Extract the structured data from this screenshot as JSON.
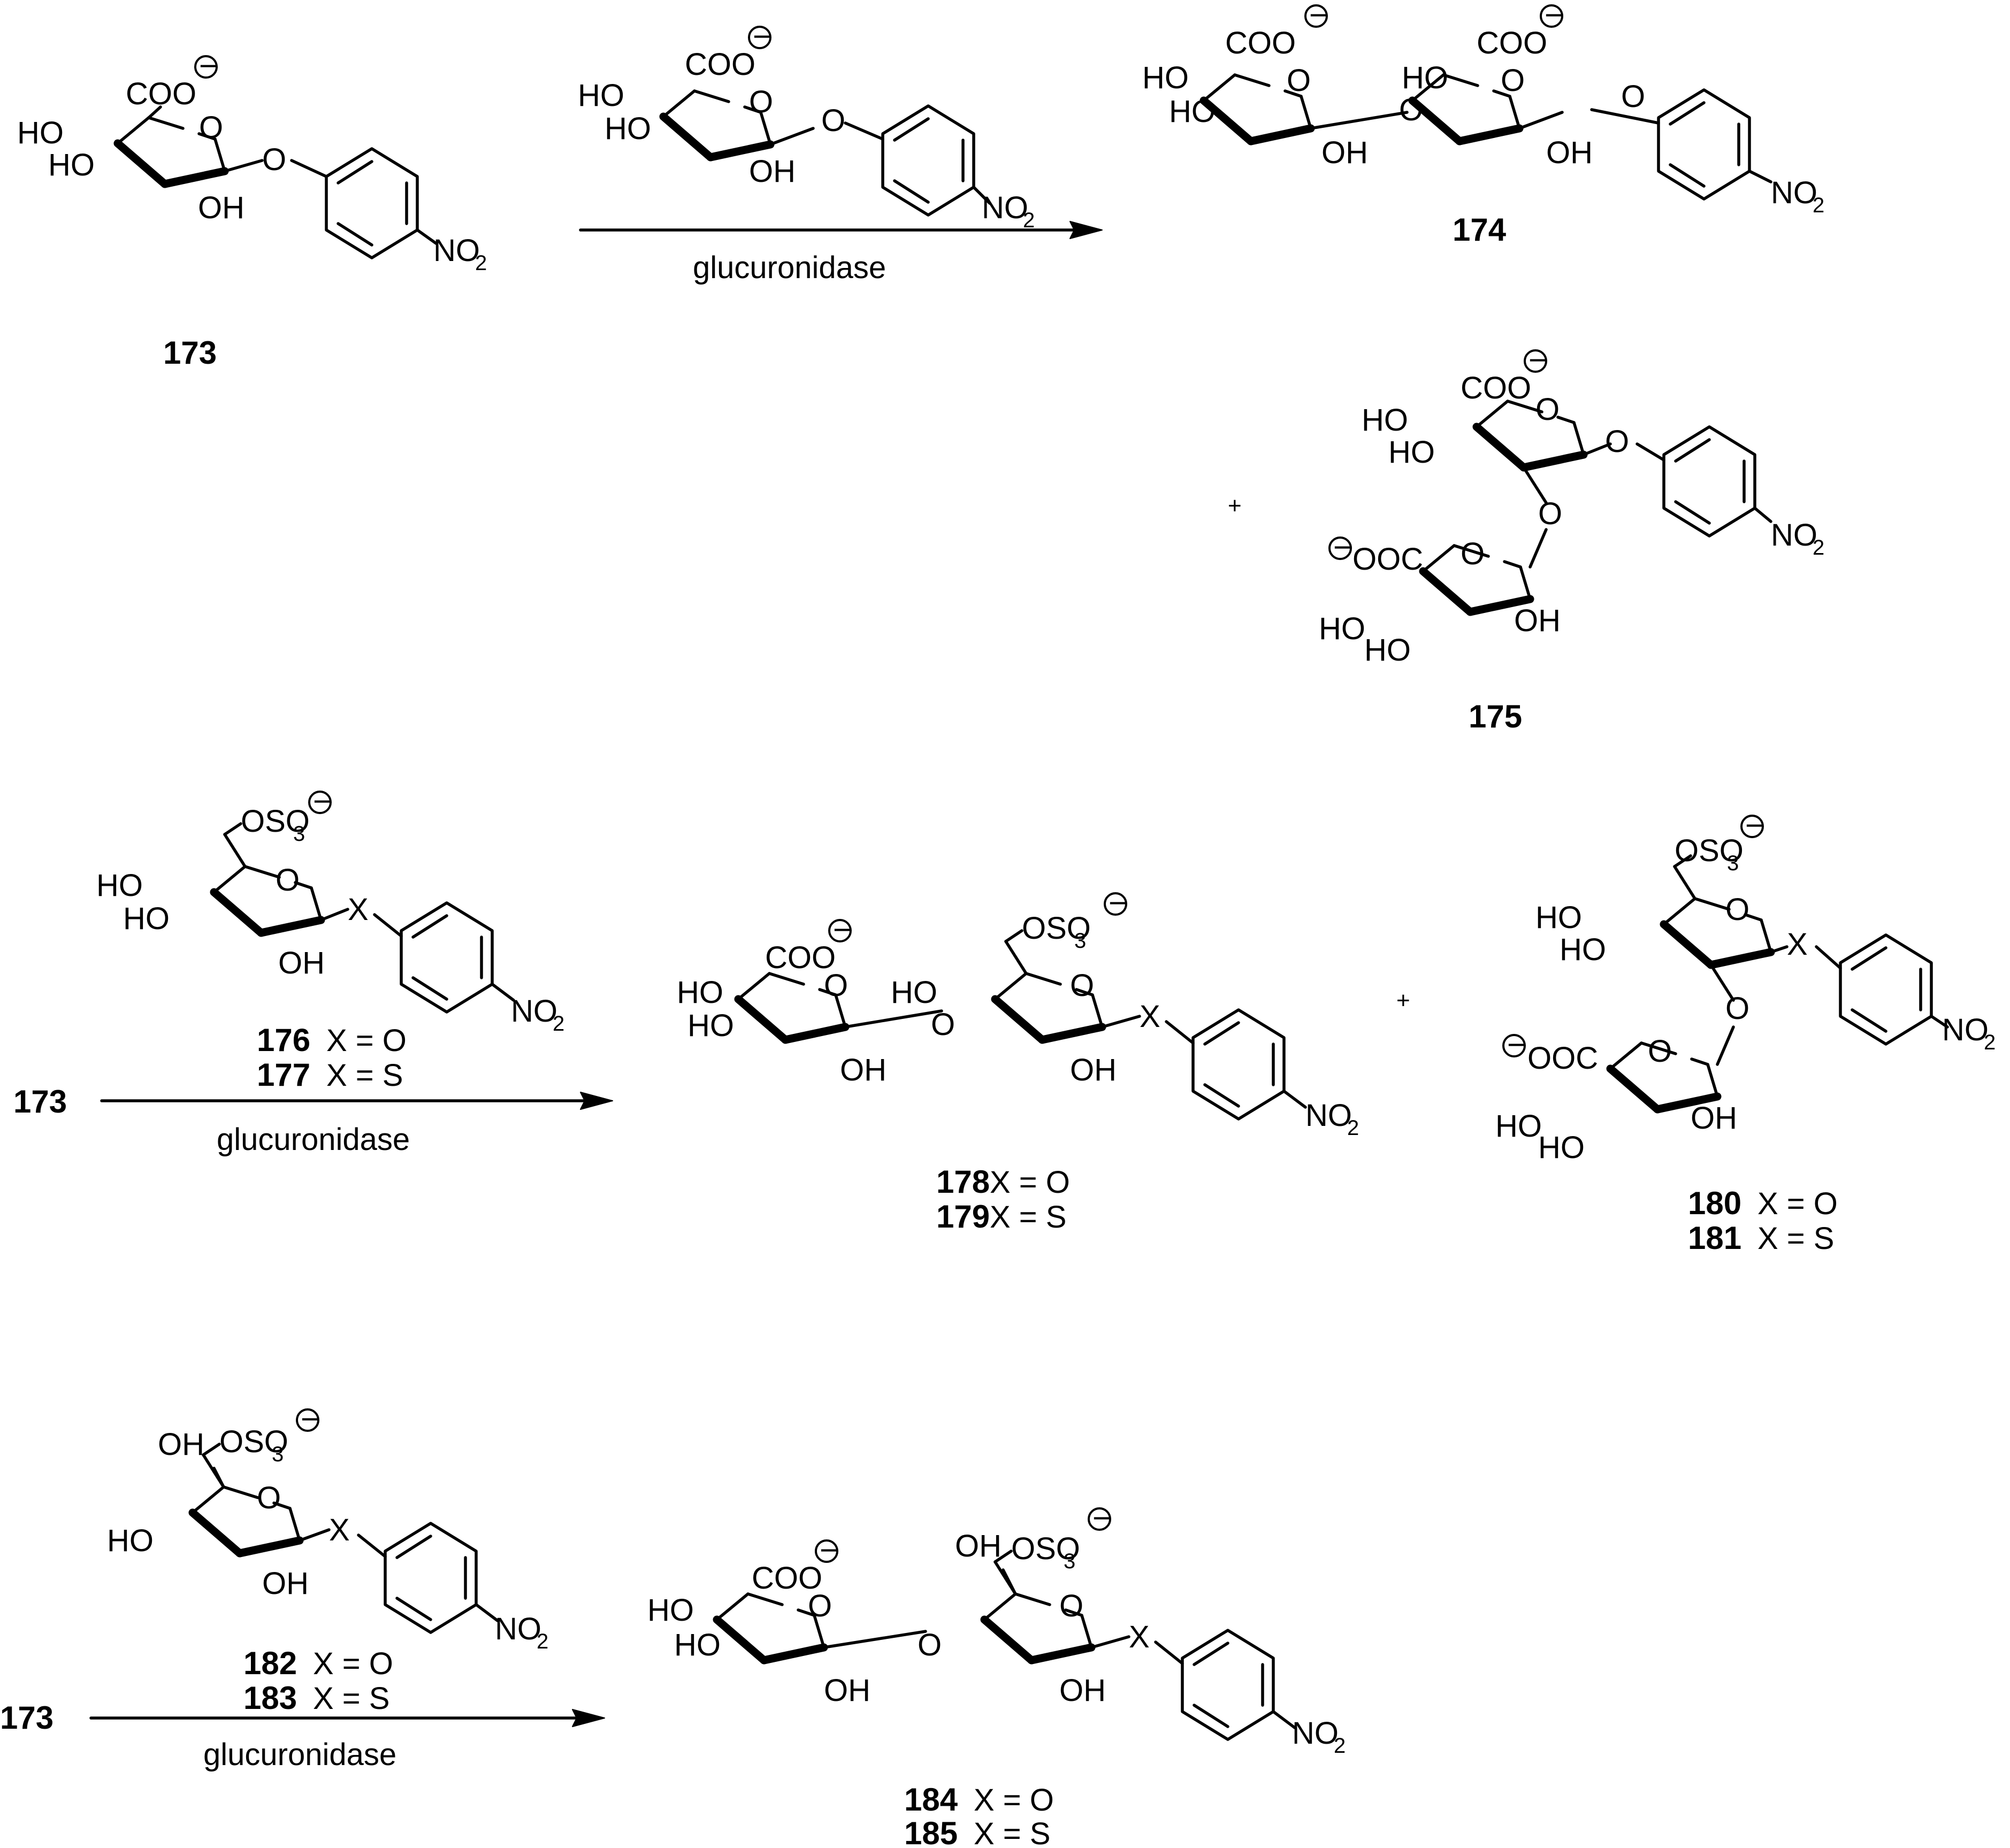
{
  "compounds": {
    "c173": "173",
    "c174": "174",
    "c175": "175",
    "c176": "176",
    "c177": "177",
    "c178": "178",
    "c179": "179",
    "c180": "180",
    "c181": "181",
    "c182": "182",
    "c183": "183",
    "c184": "184",
    "c185": "185"
  },
  "x_defs": {
    "xo": "X = O",
    "xs": "X = S"
  },
  "labels": {
    "HO": "HO",
    "OH": "OH",
    "O": "O",
    "X": "X",
    "NO": "NO",
    "sub2": "2",
    "sub3": "3",
    "COO": "COO",
    "OOC": "OOC",
    "OSO": "OSO",
    "minus": "−"
  },
  "reactions": [
    {
      "enzyme": "glucuronidase",
      "start": "173"
    },
    {
      "enzyme": "glucuronidase",
      "start": "173"
    },
    {
      "enzyme": "glucuronidase",
      "start": "173"
    }
  ],
  "plus": "+"
}
